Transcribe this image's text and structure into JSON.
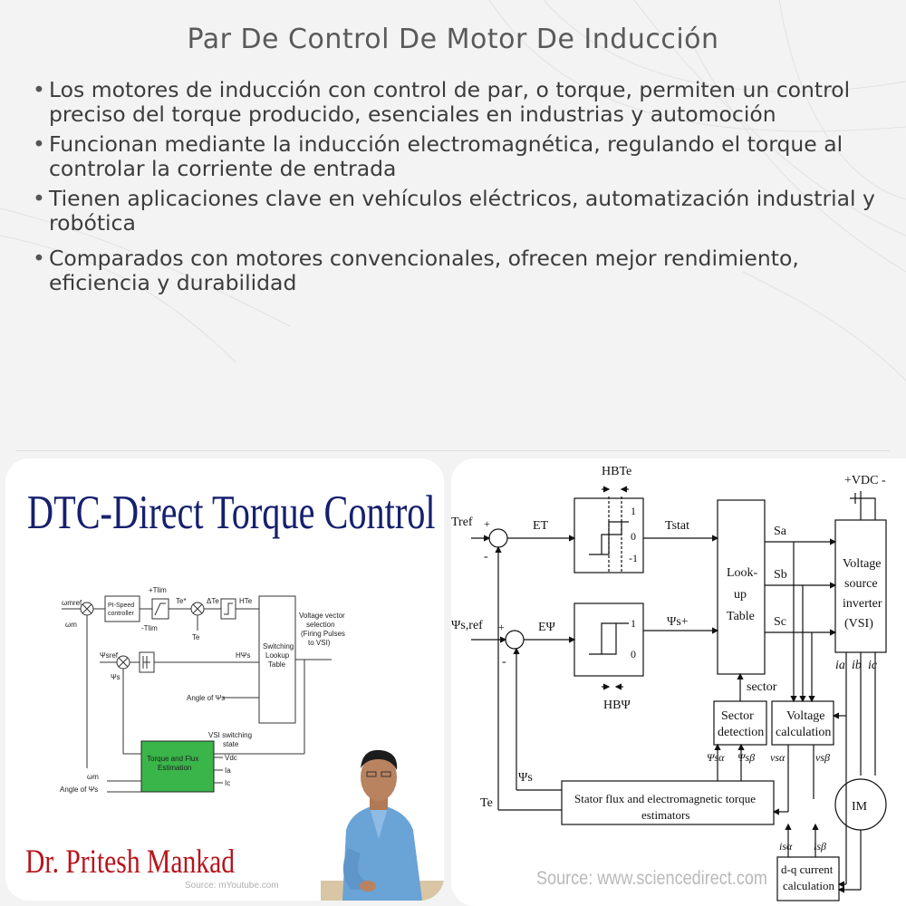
{
  "title": "Par De Control De Motor De Inducción",
  "bullets": [
    "Los motores de inducción con control de par, o torque, permiten un control preciso del torque producido, esenciales en industrias y automoción",
    "Funcionan mediante la inducción electromagnética, regulando el torque al controlar la corriente de entrada",
    "Tienen aplicaciones clave en vehículos eléctricos, automatización industrial y robótica",
    "Comparados con motores convencionales, ofrecen mejor rendimiento, eficiencia y durabilidad"
  ],
  "left_panel": {
    "heading": "DTC-Direct Torque Control",
    "author": "Dr. Pritesh Mankad",
    "source": "Source: mYoutube.com",
    "diagram": {
      "omega_mref": "ωmref",
      "omega_m": "ωm",
      "pi_speed": [
        "PI-Speed",
        "controller"
      ],
      "plus_tlim": "+Tlim",
      "minus_tlim": "-Tlim",
      "te_star": "Te*",
      "delta_te": "ΔTe",
      "ht_e": "HTe",
      "te": "Te",
      "psi_sref": "Ψsref",
      "psi_s": "Ψs",
      "h_psi": "HΨs",
      "angle_psi": "Angle of Ψs",
      "switching": [
        "Switching",
        "Lookup",
        "Table"
      ],
      "voltage_vector": [
        "Voltage vector",
        "selection",
        "(Firing Pulses",
        "to VSI)"
      ],
      "vsi_state": [
        "VSI switching",
        "state"
      ],
      "estimator": [
        "Torque and Flux",
        "Estimation"
      ],
      "inputs": [
        "Vdc",
        "Ia",
        "Ic"
      ],
      "outputs": [
        "ωm",
        "Angle of Ψs"
      ]
    }
  },
  "right_panel": {
    "source": "Source: www.sciencedirect.com",
    "diagram": {
      "hb_te": "HBTe",
      "hb_psi": "HBΨ",
      "t_ref": "Tref",
      "psi_ref": "Ψs,ref",
      "e_t": "ET",
      "e_psi": "EΨ",
      "t_stat": "Tstat",
      "psi_s_plus": "Ψs+",
      "hyst_t_levels": [
        "1",
        "0",
        "-1"
      ],
      "hyst_psi_levels": [
        "1",
        "0"
      ],
      "lookup": [
        "Look-",
        "up",
        "Table"
      ],
      "sector": "sector",
      "switches": [
        "Sa",
        "Sb",
        "Sc"
      ],
      "vsi": [
        "Voltage",
        "source",
        "inverter",
        "(VSI)"
      ],
      "vdc": "+VDC -",
      "phase_currents": [
        "ia",
        "ib",
        "ic"
      ],
      "sector_detection": [
        "Sector",
        "detection"
      ],
      "voltage_calc": [
        "Voltage",
        "calculation"
      ],
      "flux_labels": [
        "Ψsα",
        "Ψsβ",
        "vsα",
        "vsβ"
      ],
      "psi_s": "Ψs",
      "te": "Te",
      "estimators": [
        "Stator flux and electromagnetic torque",
        "estimators"
      ],
      "im": "IM",
      "currents_ab": [
        "isα",
        "isβ"
      ],
      "dq": [
        "d-q current",
        "calculation"
      ]
    }
  }
}
